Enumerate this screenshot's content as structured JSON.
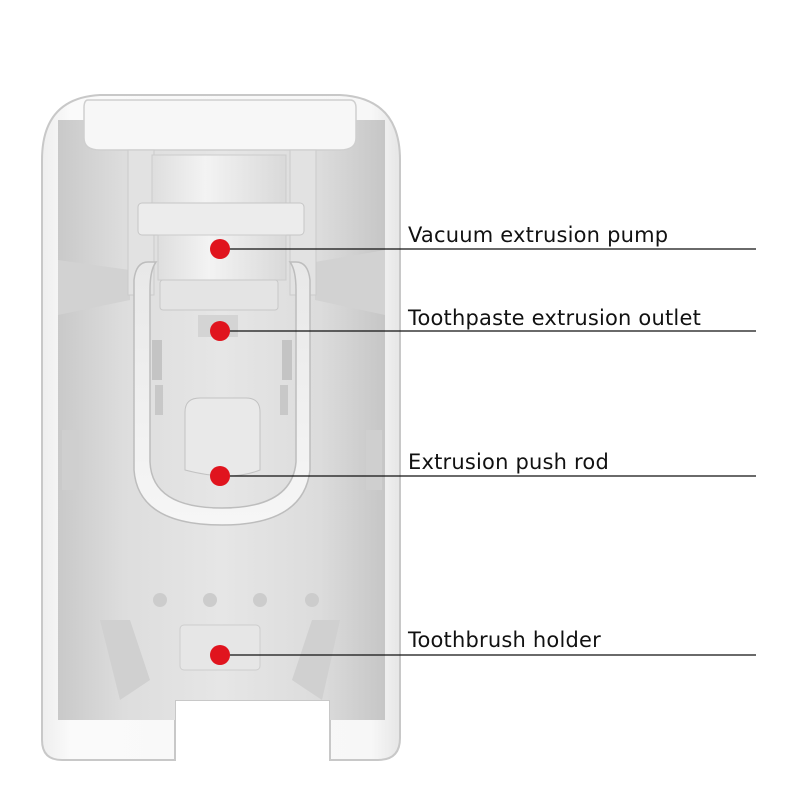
{
  "callouts": [
    {
      "id": "pump",
      "label": "Vacuum extrusion pump"
    },
    {
      "id": "outlet",
      "label": "Toothpaste extrusion outlet"
    },
    {
      "id": "rod",
      "label": "Extrusion push rod"
    },
    {
      "id": "holder",
      "label": "Toothbrush holder"
    }
  ],
  "colors": {
    "marker": "#e0141e",
    "leader_line": "#111111",
    "body_shell": "#f4f4f4",
    "body_interior": "#dcdcdc"
  }
}
